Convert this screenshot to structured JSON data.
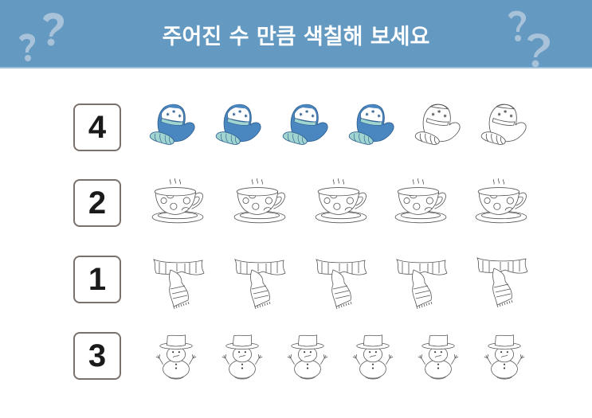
{
  "header": {
    "title": "주어진 수 만큼 색칠해 보세요",
    "background_color": "#6499c1",
    "decoration_left": "question-marks-icon",
    "decoration_right": "question-marks-icon"
  },
  "rows": [
    {
      "number": "4",
      "item_type": "mitten",
      "item_icon": "mitten-icon",
      "total": 6,
      "colored": 4,
      "colored_fill": "#4a86c0",
      "colored_cuff": "#9fd4d0"
    },
    {
      "number": "2",
      "item_type": "teacup",
      "item_icon": "teacup-icon",
      "total": 5,
      "colored": 0
    },
    {
      "number": "1",
      "item_type": "scarf",
      "item_icon": "scarf-icon",
      "total": 5,
      "colored": 0
    },
    {
      "number": "3",
      "item_type": "snowman",
      "item_icon": "snowman-icon",
      "total": 6,
      "colored": 0
    }
  ]
}
